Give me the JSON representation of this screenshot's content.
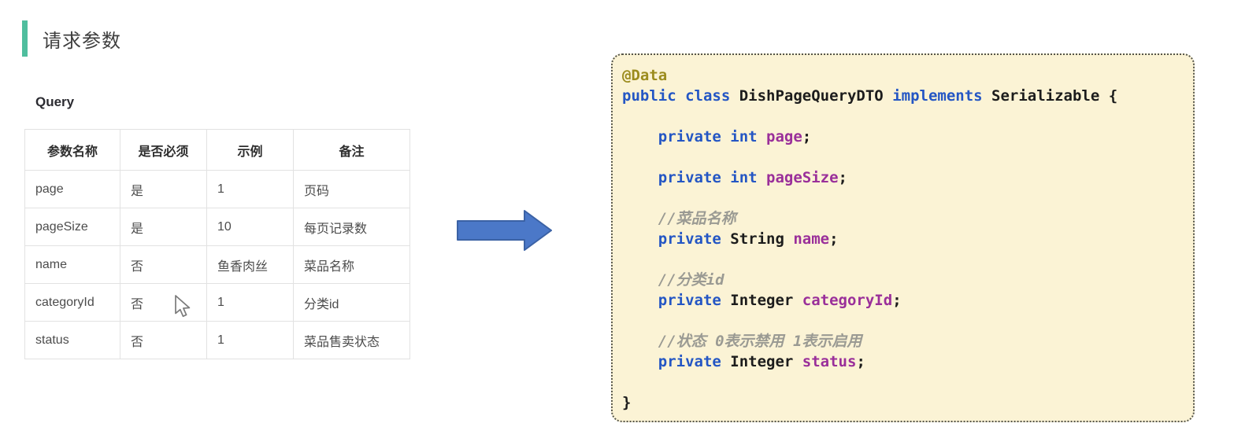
{
  "header": {
    "title": "请求参数"
  },
  "query_section": {
    "label": "Query"
  },
  "table": {
    "headers": [
      "参数名称",
      "是否必须",
      "示例",
      "备注"
    ],
    "rows": [
      [
        "page",
        "是",
        "1",
        "页码"
      ],
      [
        "pageSize",
        "是",
        "10",
        "每页记录数"
      ],
      [
        "name",
        "否",
        "鱼香肉丝",
        "菜品名称"
      ],
      [
        "categoryId",
        "否",
        "1",
        "分类id"
      ],
      [
        "status",
        "否",
        "1",
        "菜品售卖状态"
      ]
    ]
  },
  "arrow": {
    "direction": "right",
    "fill": "#4B78C8",
    "stroke": "#3B62A5"
  },
  "code_block": {
    "background": "#FBF3D5",
    "border_color": "#55554A",
    "token_colors": {
      "annotation": "#9C8C1E",
      "keyword": "#2456C4",
      "plain": "#1C1C1C",
      "field": "#9A2F9A",
      "comment": "#9A9A93"
    },
    "lines": [
      [
        {
          "text": "@Data",
          "type": "annotation"
        }
      ],
      [
        {
          "text": "public class ",
          "type": "keyword"
        },
        {
          "text": "DishPageQueryDTO ",
          "type": "plain"
        },
        {
          "text": "implements ",
          "type": "keyword"
        },
        {
          "text": "Serializable {",
          "type": "plain"
        }
      ],
      [],
      [
        {
          "text": "    private int ",
          "type": "keyword"
        },
        {
          "text": "page",
          "type": "field"
        },
        {
          "text": ";",
          "type": "plain"
        }
      ],
      [],
      [
        {
          "text": "    private int ",
          "type": "keyword"
        },
        {
          "text": "pageSize",
          "type": "field"
        },
        {
          "text": ";",
          "type": "plain"
        }
      ],
      [],
      [
        {
          "text": "    //菜品名称",
          "type": "comment"
        }
      ],
      [
        {
          "text": "    private ",
          "type": "keyword"
        },
        {
          "text": "String ",
          "type": "plain"
        },
        {
          "text": "name",
          "type": "field"
        },
        {
          "text": ";",
          "type": "plain"
        }
      ],
      [],
      [
        {
          "text": "    //分类id",
          "type": "comment"
        }
      ],
      [
        {
          "text": "    private ",
          "type": "keyword"
        },
        {
          "text": "Integer ",
          "type": "plain"
        },
        {
          "text": "categoryId",
          "type": "field"
        },
        {
          "text": ";",
          "type": "plain"
        }
      ],
      [],
      [
        {
          "text": "    //状态 0表示禁用 1表示启用",
          "type": "comment"
        }
      ],
      [
        {
          "text": "    private ",
          "type": "keyword"
        },
        {
          "text": "Integer ",
          "type": "plain"
        },
        {
          "text": "status",
          "type": "field"
        },
        {
          "text": ";",
          "type": "plain"
        }
      ],
      [],
      [
        {
          "text": "}",
          "type": "plain"
        }
      ]
    ]
  },
  "accent_color": "#4FBE9E"
}
